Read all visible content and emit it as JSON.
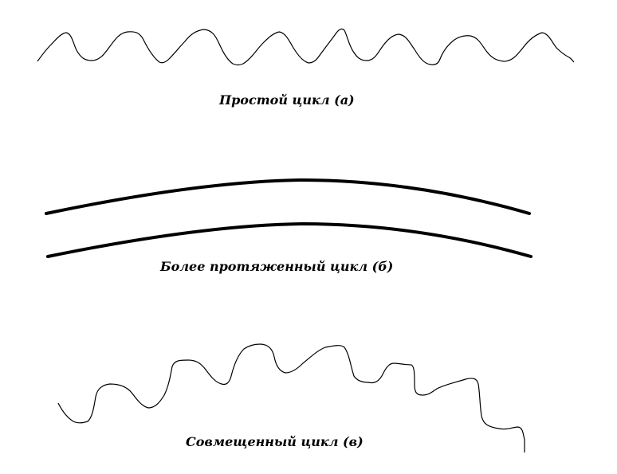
{
  "diagram": {
    "panels": [
      {
        "id": "simple",
        "caption": "Простой цикл (а)"
      },
      {
        "id": "extended",
        "caption": "Более протяженный цикл (б)"
      },
      {
        "id": "combined",
        "caption": "Совмещенный цикл (в)"
      }
    ],
    "colors": {
      "line": "#000000",
      "background": "#ffffff"
    }
  }
}
